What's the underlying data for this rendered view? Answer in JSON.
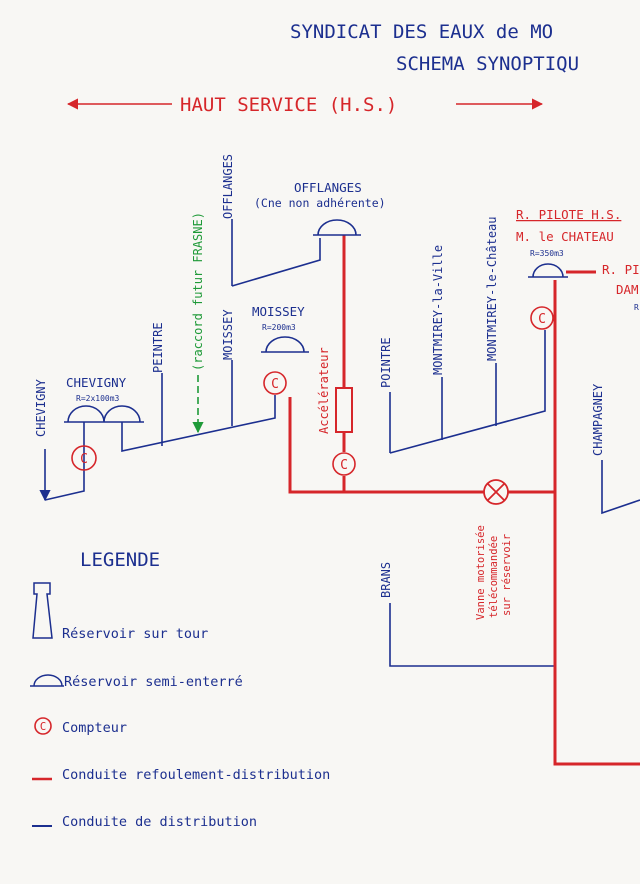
{
  "header": {
    "line1": "SYNDICAT DES EAUX de MO",
    "line2": "SCHEMA SYNOPTIQU",
    "service": "HAUT SERVICE (H.S.)"
  },
  "colors": {
    "blue": "#1c2f8f",
    "red": "#d6262a",
    "green": "#1f9a38"
  },
  "nodes": {
    "chevigny_branch": "CHEVIGNY",
    "chevigny_res": "CHEVIGNY",
    "chevigny_cap": "R=2x100m3",
    "peintre_1": "PEINTRE",
    "raccord": "(raccord futur FRASNE)",
    "moissey_branch": "MOISSEY",
    "offlanges_branch": "OFFLANGES",
    "moissey_res": "MOISSEY",
    "moissey_cap": "R=200m3",
    "offlanges_res": "OFFLANGES",
    "offlanges_note": "(Cne non adhérente)",
    "accelerateur": "Accélérateur",
    "pointre": "POINTRE",
    "montmirey_ville": "MONTMIREY-la-Ville",
    "montmirey_chateau": "MONTMIREY-le-Château",
    "pilote_hs": "R. PILOTE H.S.",
    "pilote_place": "M. le CHATEAU",
    "pilote_cap": "R=350m3",
    "r_pi": "R. PI",
    "dam": "DAM",
    "r_cut": "R",
    "champagney": "CHAMPAGNEY",
    "brans": "BRANS",
    "vanne_1": "Vanne motorisée",
    "vanne_2": "télécommandée",
    "vanne_3": "sur réservoir",
    "meter_letter": "C"
  },
  "legend": {
    "title": "LEGENDE",
    "tower": "Réservoir sur tour",
    "semi": "Réservoir semi-enterré",
    "meter": "Compteur",
    "meter_letter": "C",
    "red_pipe": "Conduite refoulement-distribution",
    "blue_pipe": "Conduite de distribution"
  }
}
